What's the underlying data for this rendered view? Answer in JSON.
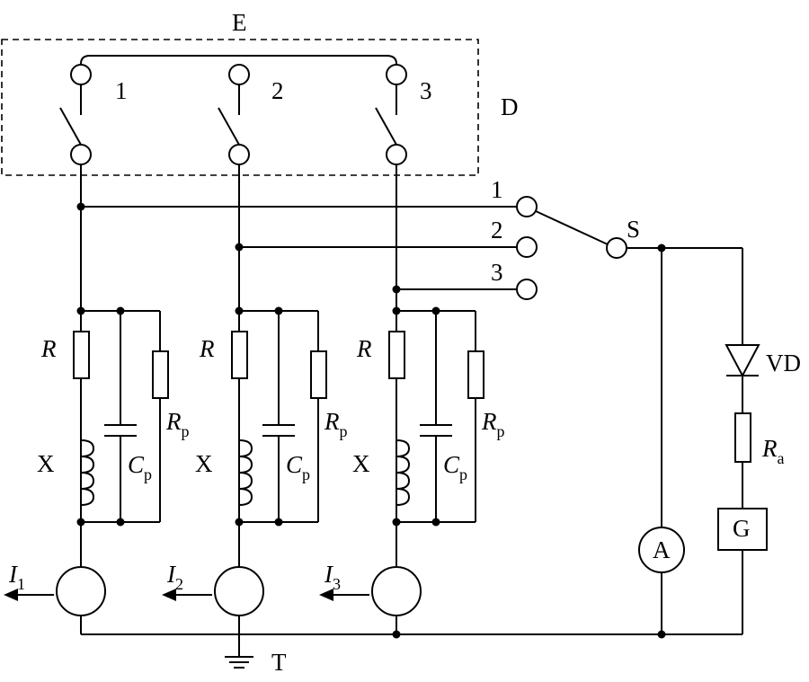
{
  "labels": {
    "enclosure": "E",
    "disconnector": "D",
    "switch": "S",
    "diode": "VD",
    "ra": "R",
    "ra_sub": "a",
    "galvanometer": "G",
    "ammeter": "A",
    "ground": "T"
  },
  "contacts": [
    "1",
    "2",
    "3"
  ],
  "selector_positions": [
    "1",
    "2",
    "3"
  ],
  "phases": [
    {
      "r": "R",
      "x": "X",
      "cp": "C",
      "cp_sub": "p",
      "rp": "R",
      "rp_sub": "p",
      "i": "I",
      "i_sub": "1"
    },
    {
      "r": "R",
      "x": "X",
      "cp": "C",
      "cp_sub": "p",
      "rp": "R",
      "rp_sub": "p",
      "i": "I",
      "i_sub": "2"
    },
    {
      "r": "R",
      "x": "X",
      "cp": "C",
      "cp_sub": "p",
      "rp": "R",
      "rp_sub": "p",
      "i": "I",
      "i_sub": "3"
    }
  ]
}
